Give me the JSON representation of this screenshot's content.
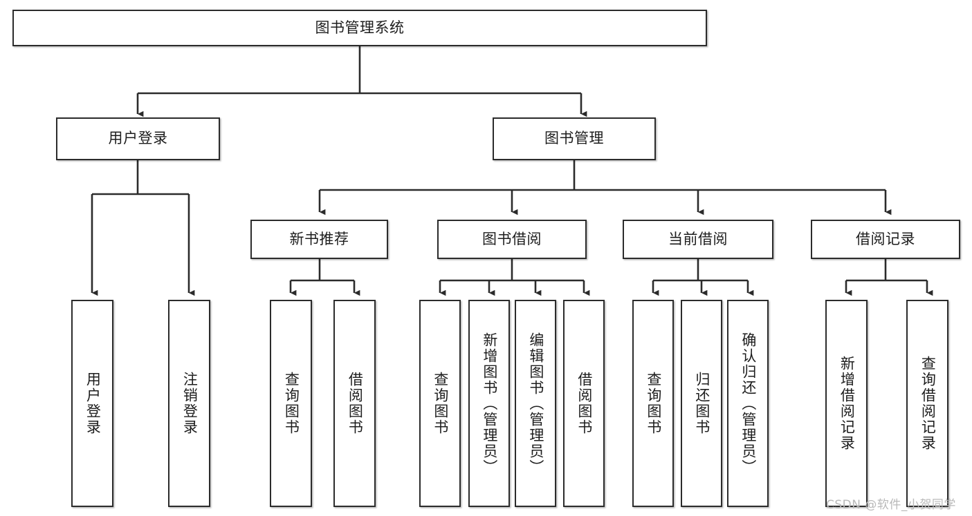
{
  "diagram": {
    "title": "图书管理系统",
    "type": "tree",
    "watermark": "CSDN @软件_小贺同学",
    "colors": {
      "stroke": "#2b2b2b",
      "fill": "#ffffff",
      "text": "#1d1d1d",
      "watermark": "#b9b9b9"
    },
    "nodes": {
      "root": {
        "label": "图书管理系统"
      },
      "level2": [
        {
          "id": "user-login",
          "label": "用户登录"
        },
        {
          "id": "book-manage",
          "label": "图书管理"
        }
      ],
      "level3": [
        {
          "id": "new-book-recommend",
          "label": "新书推荐"
        },
        {
          "id": "book-borrow",
          "label": "图书借阅"
        },
        {
          "id": "current-borrow",
          "label": "当前借阅"
        },
        {
          "id": "borrow-record",
          "label": "借阅记录"
        }
      ],
      "leaves": [
        {
          "id": "leaf-user-login",
          "label": "用户登录",
          "parent": "user-login"
        },
        {
          "id": "leaf-logout-login",
          "label": "注销登录",
          "parent": "user-login"
        },
        {
          "id": "leaf-query-book-1",
          "label": "查询图书",
          "parent": "new-book-recommend"
        },
        {
          "id": "leaf-borrow-book-1",
          "label": "借阅图书",
          "parent": "new-book-recommend"
        },
        {
          "id": "leaf-query-book-2",
          "label": "查询图书",
          "parent": "book-borrow"
        },
        {
          "id": "leaf-add-book-admin",
          "label": "新增图书（管理员）",
          "parent": "book-borrow"
        },
        {
          "id": "leaf-edit-book-admin",
          "label": "编辑图书（管理员）",
          "parent": "book-borrow"
        },
        {
          "id": "leaf-borrow-book-2",
          "label": "借阅图书",
          "parent": "book-borrow"
        },
        {
          "id": "leaf-query-book-3",
          "label": "查询图书",
          "parent": "current-borrow"
        },
        {
          "id": "leaf-return-book",
          "label": "归还图书",
          "parent": "current-borrow"
        },
        {
          "id": "leaf-confirm-return-admin",
          "label": "确认归还（管理员）",
          "parent": "current-borrow"
        },
        {
          "id": "leaf-add-borrow-record",
          "label": "新增借阅记录",
          "parent": "borrow-record"
        },
        {
          "id": "leaf-query-borrow-record",
          "label": "查询借阅记录",
          "parent": "borrow-record"
        }
      ]
    }
  }
}
